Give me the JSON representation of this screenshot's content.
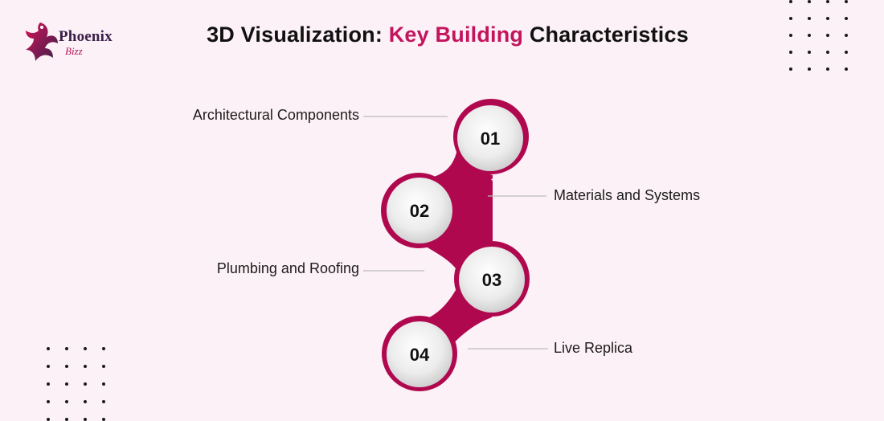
{
  "brand": {
    "name": "Phoenix",
    "sub": "Bizz"
  },
  "title": {
    "part1": "3D Visualization: ",
    "accent": "Key Building",
    "part2": " Characteristics"
  },
  "colors": {
    "accent": "#c3145e",
    "chain": "#b0084f",
    "background": "#fcf1f6"
  },
  "steps": [
    {
      "number": "01",
      "label": "Architectural Components"
    },
    {
      "number": "02",
      "label": "Materials and Systems"
    },
    {
      "number": "03",
      "label": "Plumbing and Roofing"
    },
    {
      "number": "04",
      "label": "Live Replica"
    }
  ]
}
